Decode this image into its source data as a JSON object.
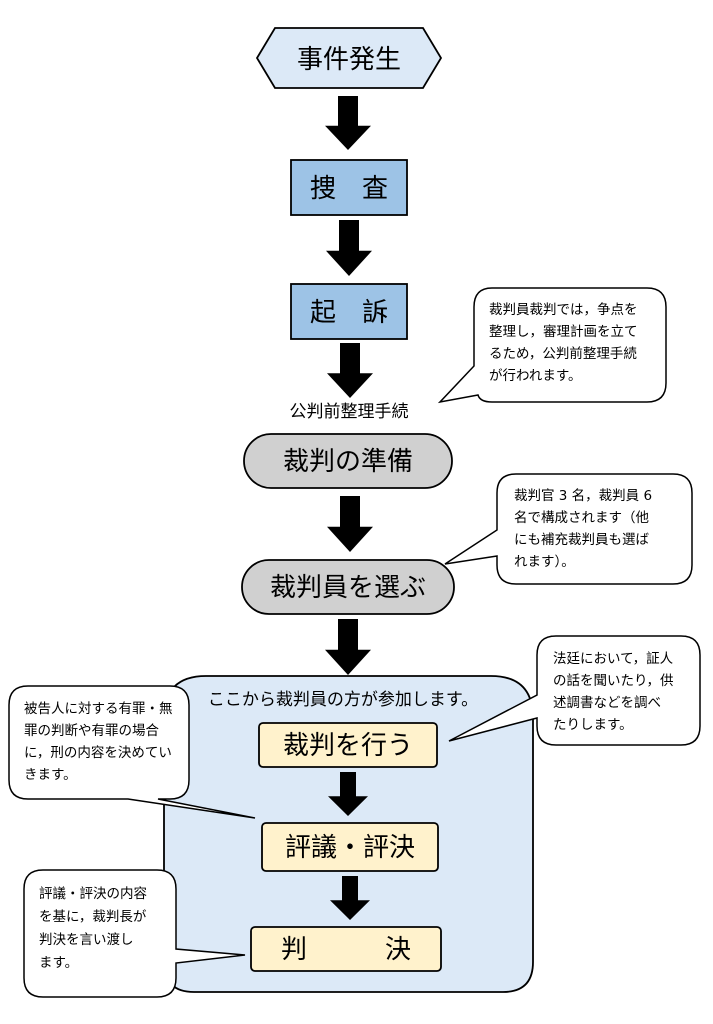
{
  "diagram": {
    "nodes": {
      "incident": "事件発生",
      "investigation": "捜　査",
      "indictment": "起　訴",
      "pretrial_label": "公判前整理手続",
      "trial_prep": "裁判の準備",
      "select_jurors": "裁判員を選ぶ",
      "juror_group_label": "ここから裁判員の方が参加します。",
      "conduct_trial": "裁判を行う",
      "deliberation": "評議・評決",
      "judgment": "判　　　決"
    },
    "notes": {
      "pretrial": [
        "裁判員裁判では，争点を",
        "整理し，審理計画を立て",
        "るため，公判前整理手続",
        "が行われます。"
      ],
      "composition": [
        "裁判官 3 名，裁判員 6",
        "名で構成されます（他",
        "にも補充裁判員も選ば",
        "れます）。"
      ],
      "court": [
        "法廷において，証人",
        "の話を聞いたり，供",
        "述調書などを調べ",
        "たりします。"
      ],
      "verdict": [
        "被告人に対する有罪・無",
        "罪の判断や有罪の場合",
        "に，刑の内容を決めてい",
        "きます。"
      ],
      "sentence": [
        "評議・評決の内容",
        "を基に，裁判長が",
        "判決を言い渡し",
        "ます。"
      ]
    },
    "colors": {
      "blue_box": "#9dc3e6",
      "gray_pill": "#d0d0d0",
      "group_bg": "#dce9f7",
      "yellow_box": "#fff2cc",
      "arrow": "#000000"
    }
  }
}
